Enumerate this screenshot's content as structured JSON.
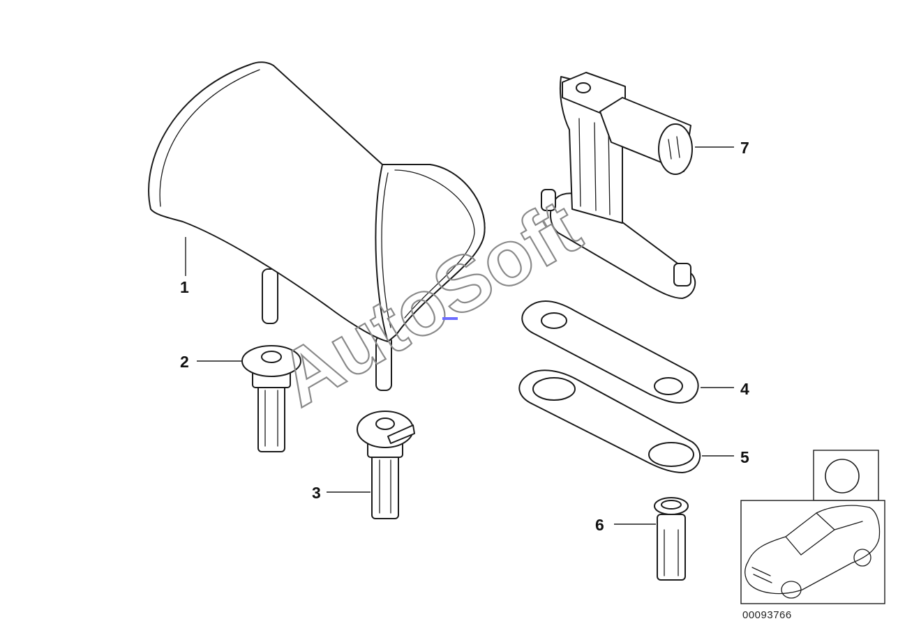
{
  "diagram": {
    "callouts": [
      "1",
      "2",
      "3",
      "4",
      "5",
      "6",
      "7"
    ],
    "watermark": "AutoSoft",
    "document_number": "00093766",
    "colors": {
      "line": "#1a1a1a",
      "background": "#ffffff",
      "watermark": "#8a8a8a",
      "marker": "#6c6cff"
    },
    "parts": [
      "headrest",
      "guide-sleeve",
      "guide-sleeve-locking",
      "cover-plate",
      "gasket",
      "bushing",
      "adjustment-motor-unit"
    ]
  }
}
